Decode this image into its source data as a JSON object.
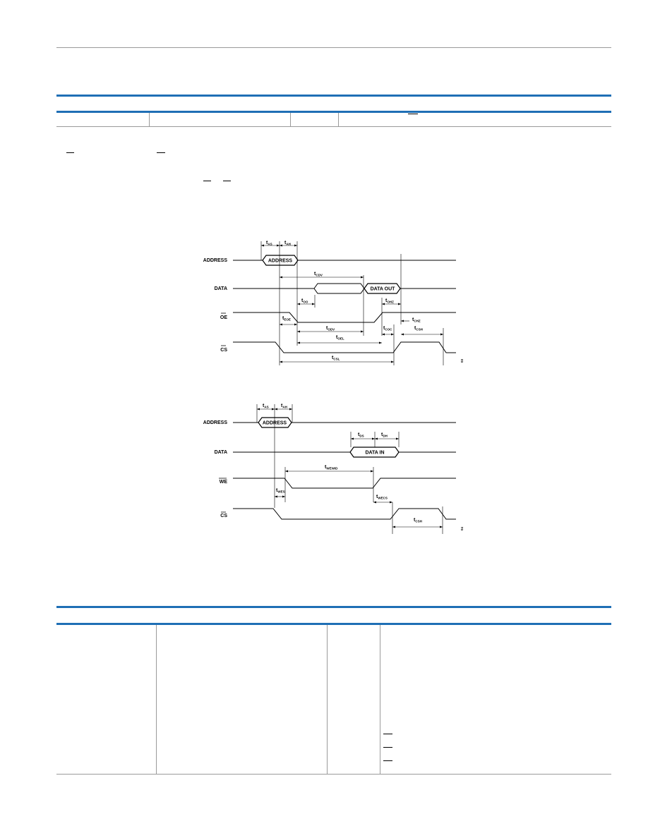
{
  "read_diagram": {
    "signals": {
      "address": "ADDRESS",
      "data": "DATA",
      "oe": "OE",
      "cs": "CS"
    },
    "boxes": {
      "address": "ADDRESS",
      "data_out": "DATA OUT"
    },
    "timing": {
      "t_as": {
        "base": "t",
        "sub": "AS"
      },
      "t_ah": {
        "base": "t",
        "sub": "AH"
      },
      "t_cdv": {
        "base": "t",
        "sub": "CDV"
      },
      "t_oo": {
        "base": "t",
        "sub": "OO"
      },
      "t_ohz": {
        "base": "t",
        "sub": "OHZ"
      },
      "t_eoe": {
        "base": "t",
        "sub": "EOE"
      },
      "t_chz": {
        "base": "t",
        "sub": "CHZ"
      },
      "t_odv": {
        "base": "t",
        "sub": "ODV"
      },
      "t_coc": {
        "base": "t",
        "sub": "COC"
      },
      "t_csh": {
        "base": "t",
        "sub": "CSH"
      },
      "t_oel": {
        "base": "t",
        "sub": "OEL"
      },
      "t_csl": {
        "base": "t",
        "sub": "CSL"
      }
    },
    "fig_id": "03"
  },
  "write_diagram": {
    "signals": {
      "address": "ADDRESS",
      "data": "DATA",
      "we": "WE",
      "cs": "CS"
    },
    "boxes": {
      "address": "ADDRESS",
      "data_in": "DATA IN"
    },
    "timing": {
      "t_as": {
        "base": "t",
        "sub": "AS"
      },
      "t_ah": {
        "base": "t",
        "sub": "AH"
      },
      "t_ds": {
        "base": "t",
        "sub": "DS"
      },
      "t_dh": {
        "base": "t",
        "sub": "DH"
      },
      "t_wewid": {
        "base": "t",
        "sub": "WEWID"
      },
      "t_wes": {
        "base": "t",
        "sub": "WES"
      },
      "t_wecs": {
        "base": "t",
        "sub": "WECS"
      },
      "t_csh": {
        "base": "t",
        "sub": "CSH"
      }
    },
    "fig_id": "04"
  }
}
